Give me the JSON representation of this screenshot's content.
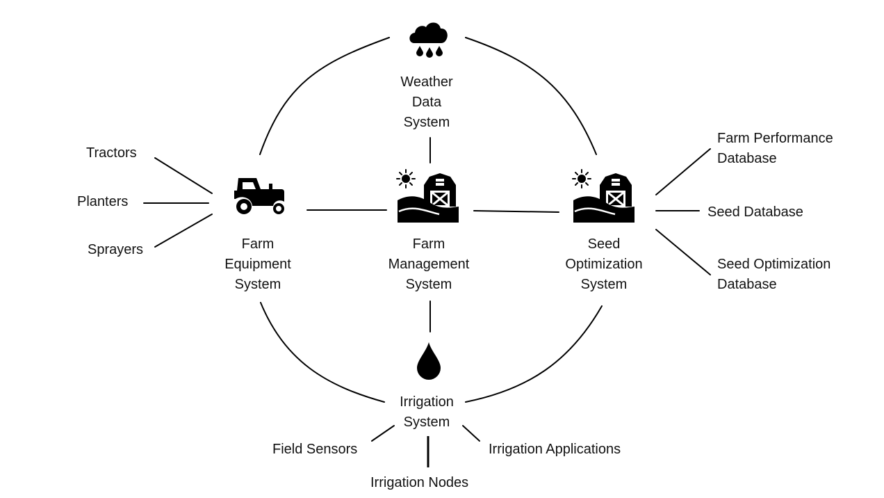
{
  "colors": {
    "ink": "#000000",
    "text": "#111111",
    "background": "#ffffff"
  },
  "nodes": {
    "weather": {
      "lines": [
        "Weather",
        "Data",
        "System"
      ],
      "icon": "rain-cloud-icon"
    },
    "equipment": {
      "lines": [
        "Farm",
        "Equipment",
        "System"
      ],
      "icon": "tractor-icon"
    },
    "management": {
      "lines": [
        "Farm",
        "Management",
        "System"
      ],
      "icon": "barn-sun-icon"
    },
    "seed": {
      "lines": [
        "Seed",
        "Optimization",
        "System"
      ],
      "icon": "barn-sun-icon"
    },
    "irrigation": {
      "lines": [
        "Irrigation",
        "System"
      ],
      "icon": "water-drop-icon"
    }
  },
  "leaves": {
    "tractors": "Tractors",
    "planters": "Planters",
    "sprayers": "Sprayers",
    "farm_performance": [
      "Farm Performance",
      "Database"
    ],
    "seed_database": "Seed Database",
    "seed_optimization": [
      "Seed Optimization",
      "Database"
    ],
    "field_sensors": "Field Sensors",
    "irrigation_nodes": "Irrigation Nodes",
    "irrigation_applications": "Irrigation Applications"
  }
}
